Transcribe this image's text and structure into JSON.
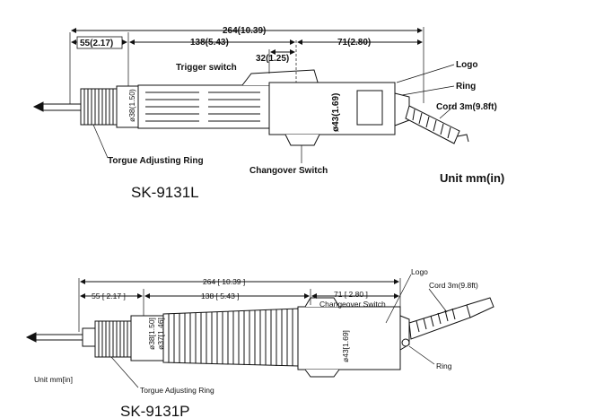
{
  "top": {
    "model": "SK-9131L",
    "unit": "Unit mm(in)",
    "dims": {
      "overall": "264(10.39)",
      "front": "55(2.17)",
      "mid": "138(5.43)",
      "trigger": "32(1.25)",
      "rear": "71(2.80)",
      "grip_dia": "ø43(1.69)",
      "nose_dia": "ø38(1.50)"
    },
    "labels": {
      "trigger_switch": "Trigger switch",
      "logo": "Logo",
      "ring": "Ring",
      "cord": "Cord 3m(9.8ft)",
      "torque_ring": "Torgue Adjusting Ring",
      "changeover": "Changover Switch"
    }
  },
  "bottom": {
    "model": "SK-9131P",
    "unit": "Unit  mm[in]",
    "dims": {
      "overall": "264 [ 10.39 ]",
      "front": "55 [ 2.17 ]",
      "mid": "138 [ 5.43 ]",
      "rear": "71 [ 2.80 ]",
      "grip_dia": "ø43[1.69]",
      "nose_dia_1": "ø38[1.50]",
      "nose_dia_2": "ø37[1.46]"
    },
    "labels": {
      "logo": "Logo",
      "cord": "Cord 3m(9.8ft)",
      "changeover": "Changeover Switch",
      "ring": "Ring",
      "torque_ring": "Torgue Adjusting Ring"
    }
  }
}
